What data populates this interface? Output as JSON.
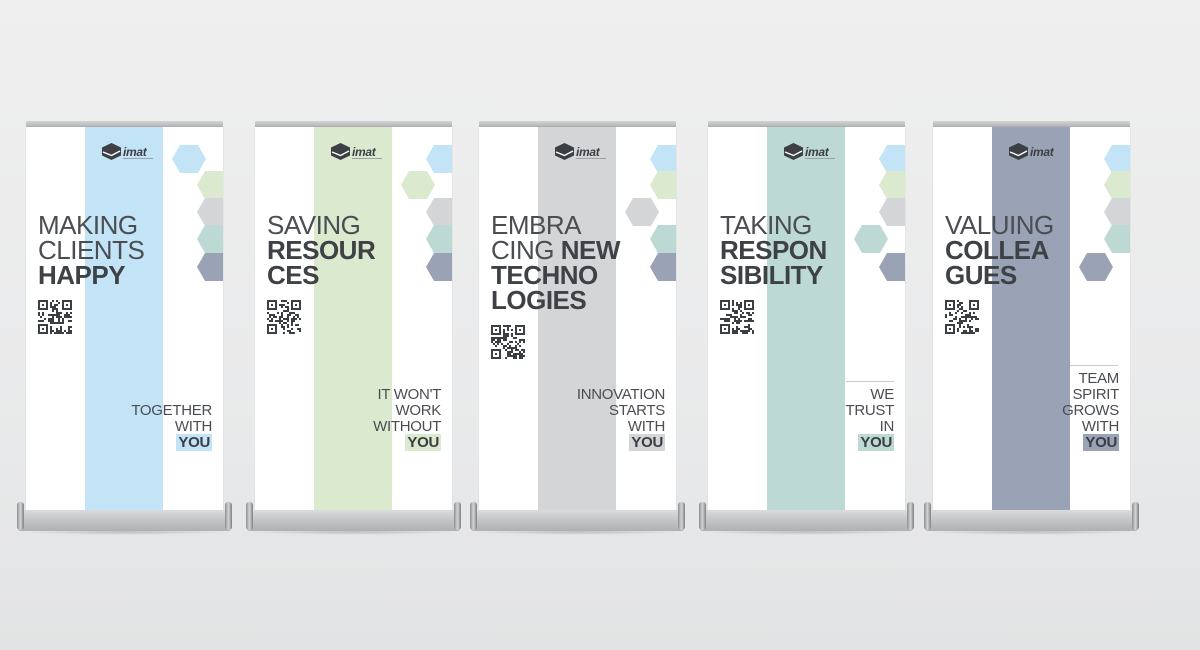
{
  "colors": {
    "blue": "#c3e3f7",
    "green": "#dbe9cf",
    "grey": "#d4d5d6",
    "teal": "#bcd9d3",
    "slate": "#9aa3b6"
  },
  "banners": [
    {
      "logo": "imat",
      "headline": [
        [
          "MAKING",
          ""
        ],
        [
          "CLIENTS",
          ""
        ],
        [
          "",
          "HAPPY"
        ]
      ],
      "tagline": [
        "TOGETHER",
        "WITH"
      ],
      "you": "YOU",
      "accent": "#c3e3f7"
    },
    {
      "logo": "imat",
      "headline": [
        [
          "SAVING",
          ""
        ],
        [
          "",
          "RESOUR"
        ],
        [
          "",
          "CES"
        ]
      ],
      "tagline": [
        "IT WON'T",
        "WORK",
        "WITHOUT"
      ],
      "you": "YOU",
      "accent": "#dbe9cf"
    },
    {
      "logo": "imat",
      "headline": [
        [
          "EMBRA",
          ""
        ],
        [
          "CING ",
          "NEW"
        ],
        [
          "",
          "TECHNO"
        ],
        [
          "",
          "LOGIES"
        ]
      ],
      "tagline": [
        "INNOVATION",
        "STARTS",
        "WITH"
      ],
      "you": "YOU",
      "accent": "#d4d5d6"
    },
    {
      "logo": "imat",
      "headline": [
        [
          "TAKING",
          ""
        ],
        [
          "",
          "RESPON"
        ],
        [
          "",
          "SIBILITY"
        ]
      ],
      "tagline": [
        "WE",
        "TRUST",
        "IN"
      ],
      "you": "YOU",
      "accent": "#bcd9d3"
    },
    {
      "logo": "imat",
      "headline": [
        [
          "VALUING",
          ""
        ],
        [
          "",
          "COLLEA"
        ],
        [
          "",
          "GUES"
        ]
      ],
      "tagline": [
        "TEAM",
        "SPIRIT",
        "GROWS",
        "WITH"
      ],
      "you": "YOU",
      "accent": "#9aa3b6"
    }
  ]
}
